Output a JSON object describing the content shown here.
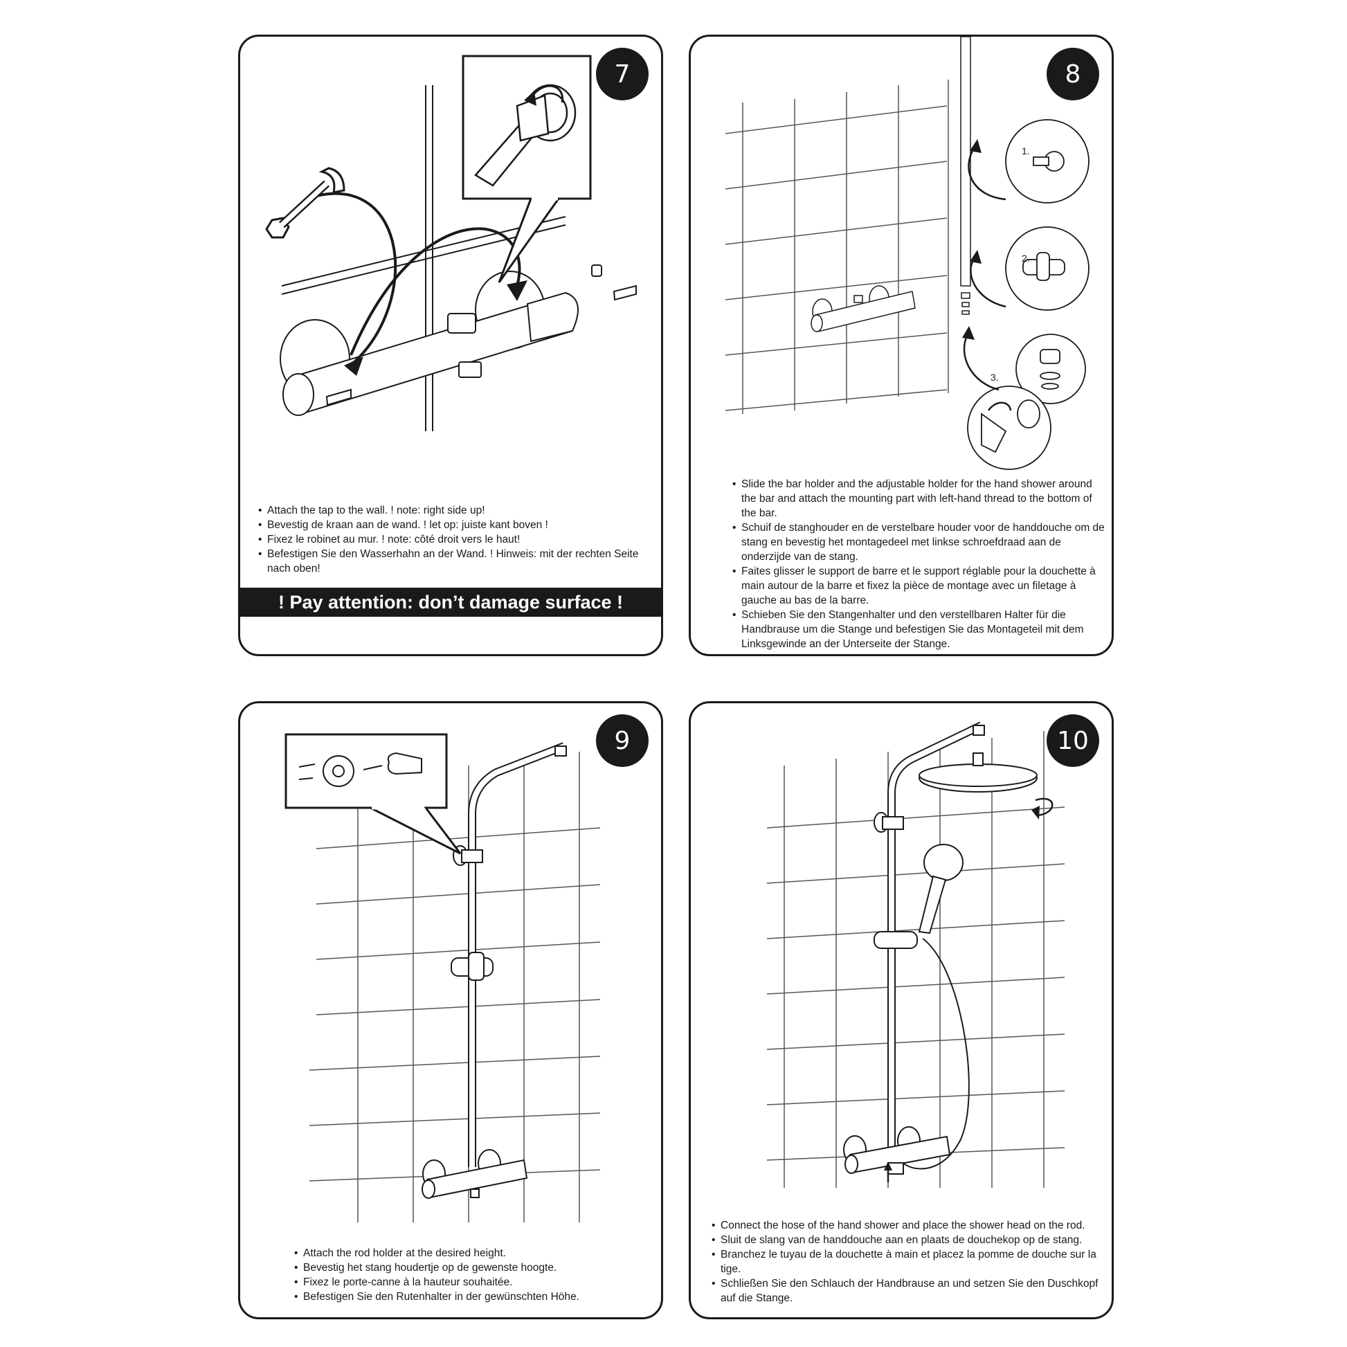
{
  "panels": {
    "step7": {
      "number": "7",
      "instructions": [
        "Attach the tap to the wall. ! note: right side up!",
        "Bevestig de kraan aan de wand. ! let op: juiste kant boven !",
        "Fixez le robinet au mur. ! note: côté droit vers le haut!",
        "Befestigen Sie den Wasserhahn an der Wand. ! Hinweis: mit der rechten Seite nach oben!"
      ],
      "warning": "! Pay attention: don’t damage surface !",
      "icons": [
        "wrench-icon",
        "adjustable-wrench-icon",
        "arrow-icon"
      ]
    },
    "step8": {
      "number": "8",
      "callout_labels": [
        "1.",
        "2.",
        "3."
      ],
      "instructions": [
        "Slide the bar holder and the adjustable holder for the hand shower around the bar and attach the mounting part with left-hand thread to the bottom of the bar.",
        "Schuif de stanghouder en de verstelbare houder voor de handdouche om de stang en bevestig het montagedeel met linkse schroefdraad aan de onderzijde van de stang.",
        "Faites glisser le support de barre et le support réglable pour la douchette à main autour de la barre et fixez la pièce de montage avec un filetage à gauche au bas de la barre.",
        "Schieben Sie den Stangenhalter und den verstellbaren Halter für die Handbrause um die Stange und befestigen Sie das Montageteil mit dem Linksgewinde an der Unterseite der Stange."
      ]
    },
    "step9": {
      "number": "9",
      "instructions": [
        "Attach the rod holder at the desired height.",
        "Bevestig het stang houdertje op de gewenste hoogte.",
        "Fixez le porte-canne à la hauteur souhaitée.",
        "Befestigen Sie den Rutenhalter in der gewünschten Höhe."
      ]
    },
    "step10": {
      "number": "10",
      "instructions": [
        "Connect the hose of the hand shower and place the shower head on the rod.",
        "Sluit de slang van de handdouche aan en plaats de douchekop op de stang.",
        "Branchez le tuyau de la douchette à main et placez la pomme de douche sur la tige.",
        "Schließen Sie den Schlauch der Handbrause an und setzen Sie den Duschkopf auf die Stange."
      ]
    }
  }
}
